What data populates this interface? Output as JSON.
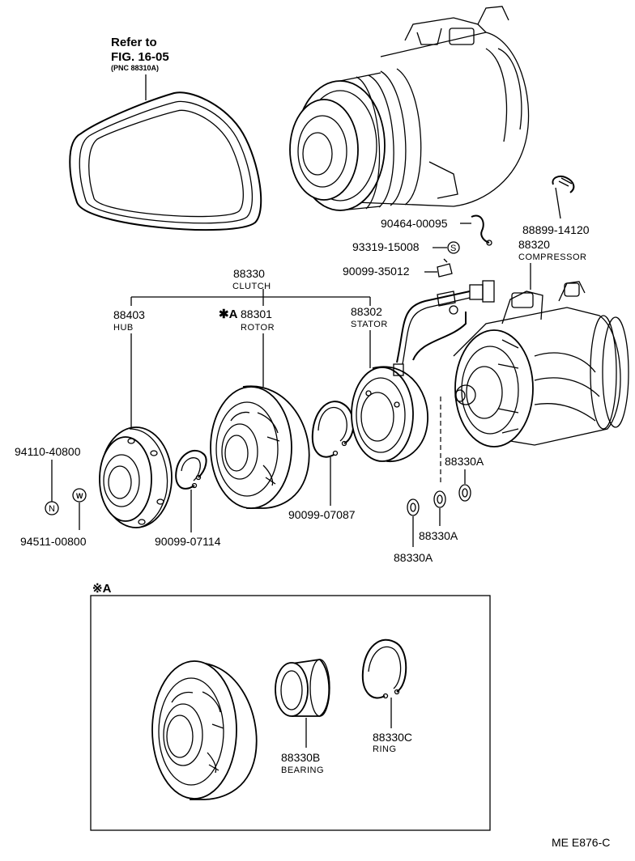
{
  "belt_note": {
    "line1": "Refer to",
    "line2": "FIG. 16-05",
    "line3": "(PNC 88310A)"
  },
  "parts": {
    "p90464": "90464-00095",
    "p88899": "88899-14120",
    "p93319": "93319-15008",
    "p90099_35012": "90099-35012",
    "p88320": "88320",
    "p88320_name": "COMPRESSOR",
    "p88330": "88330",
    "p88330_name": "CLUTCH",
    "p88403": "88403",
    "p88403_name": "HUB",
    "p88301_mark": "✱A",
    "p88301": "88301",
    "p88301_name": "ROTOR",
    "p88302": "88302",
    "p88302_name": "STATOR",
    "p94110": "94110-40800",
    "p94511": "94511-00800",
    "p90099_07114": "90099-07114",
    "p90099_07087": "90099-07087",
    "p88330A_a": "88330A",
    "p88330A_b": "88330A",
    "p88330A_c": "88330A",
    "p88330B": "88330B",
    "p88330B_name": "BEARING",
    "p88330C": "88330C",
    "p88330C_name": "RING"
  },
  "markers": {
    "nut": "N",
    "washer": "W",
    "snap": "S"
  },
  "detail_box": {
    "title": "※A"
  },
  "footer": {
    "code": "ME E876-C"
  }
}
